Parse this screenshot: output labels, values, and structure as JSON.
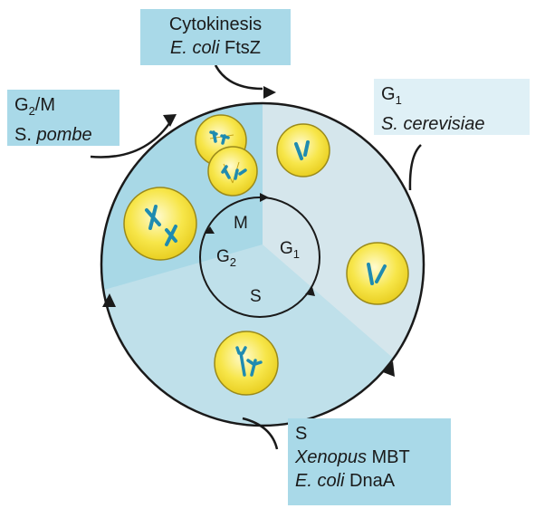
{
  "inner_cycle": {
    "phases": [
      {
        "id": "M",
        "label": "M"
      },
      {
        "id": "G1",
        "label": "G",
        "subscript": "1"
      },
      {
        "id": "S",
        "label": "S"
      },
      {
        "id": "G2",
        "label": "G",
        "subscript": "2"
      }
    ]
  },
  "checkpoints": {
    "cytokinesis": {
      "line1": "Cytokinesis",
      "line2_italic": "E. coli",
      "line2_rest": " FtsZ"
    },
    "g2m": {
      "line1_main": "G",
      "line1_sub": "2",
      "line1_rest": "/M",
      "line2_plain": "S. ",
      "line2_italic": "pombe"
    },
    "g1": {
      "line1_main": "G",
      "line1_sub": "1",
      "line2_italic": "S. cerevisiae"
    },
    "s": {
      "line1": "S",
      "line2_italic": "Xenopus",
      "line2_rest": " MBT",
      "line3_italic": "E. coli",
      "line3_rest": " DnaA"
    }
  },
  "colors": {
    "outer_circle_light": "#d5e6ec",
    "outer_circle_mid": "#bfe0ea",
    "outer_circle_dark": "#a8d8e6",
    "label_dark": "#a9d9e8",
    "label_light": "#dff0f6",
    "cell_fill": "#f5e23a",
    "cell_stroke": "#9a8a1a",
    "chromosome": "#1f8bb0"
  }
}
